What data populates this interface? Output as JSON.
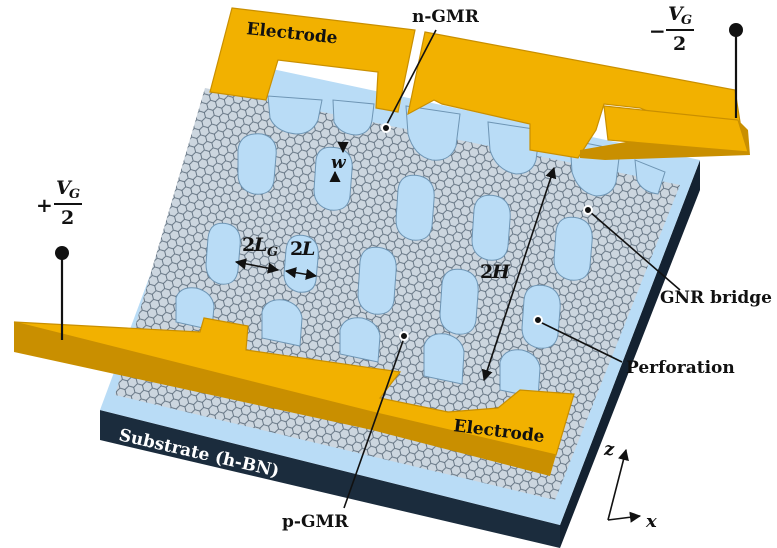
{
  "labels": {
    "electrode_top": "Electrode",
    "electrode_bottom": "Electrode",
    "n_gmr": "n-GMR",
    "p_gmr": "p-GMR",
    "gnr_bridge": "GNR bridge",
    "perforation": "Perforation",
    "substrate": "Substrate (h-BN)"
  },
  "voltage_right": {
    "sign": "−",
    "numerator": "V",
    "subscript": "G",
    "denominator": "2"
  },
  "voltage_left": {
    "sign": "+",
    "numerator": "V",
    "subscript": "G",
    "denominator": "2"
  },
  "dimensions": {
    "w": "w",
    "two_lg_coef": "2",
    "two_lg_var": "L",
    "two_lg_sub": "G",
    "two_l_coef": "2",
    "two_l_var": "L",
    "two_h_coef": "2",
    "two_h_var": "H"
  },
  "axes": {
    "z": "z",
    "x": "x"
  },
  "colors": {
    "electrode": "#f2b100",
    "graphene": "#c9d3dc",
    "perforation": "#b9dcf6",
    "substrate_top": "#b9dcf6",
    "substrate_side": "#1a2a3a"
  }
}
